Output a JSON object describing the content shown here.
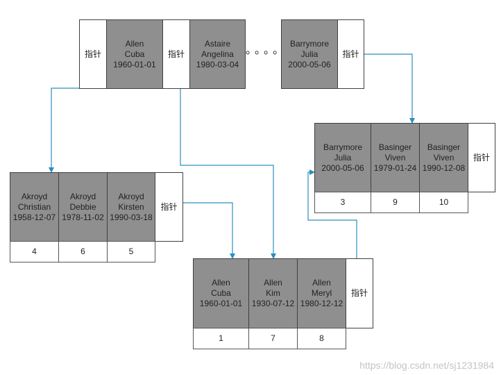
{
  "pointer_label": "指针",
  "ellipsis": "。。。。",
  "root": {
    "cells": [
      {
        "lines": [
          "Allen",
          "Cuba",
          "1960-01-01"
        ]
      },
      {
        "lines": [
          "Astaire",
          "Angelina",
          "1980-03-04"
        ]
      },
      {
        "lines": [
          "Barrymore",
          "Julia",
          "2000-05-06"
        ]
      }
    ]
  },
  "leaf_left": {
    "cells": [
      {
        "lines": [
          "Akroyd",
          "Christian",
          "1958-12-07"
        ],
        "row": "4"
      },
      {
        "lines": [
          "Akroyd",
          "Debbie",
          "1978-11-02"
        ],
        "row": "6"
      },
      {
        "lines": [
          "Akroyd",
          "Kirsten",
          "1990-03-18"
        ],
        "row": "5"
      }
    ]
  },
  "leaf_middle": {
    "cells": [
      {
        "lines": [
          "Allen",
          "Cuba",
          "1960-01-01"
        ],
        "row": "1"
      },
      {
        "lines": [
          "Allen",
          "Kim",
          "1930-07-12"
        ],
        "row": "7"
      },
      {
        "lines": [
          "Allen",
          "Meryl",
          "1980-12-12"
        ],
        "row": "8"
      }
    ]
  },
  "leaf_right": {
    "cells": [
      {
        "lines": [
          "Barrymore",
          "Julia",
          "2000-05-06"
        ],
        "row": "3"
      },
      {
        "lines": [
          "Basinger",
          "Viven",
          "1979-01-24"
        ],
        "row": "9"
      },
      {
        "lines": [
          "Basinger",
          "Viven",
          "1990-12-08"
        ],
        "row": "10"
      }
    ]
  },
  "watermark": "https://blog.csdn.net/sj1231984",
  "colors": {
    "key_fill": "#8f8f8f",
    "connector": "#2a8fbd",
    "border": "#3f3f3f"
  }
}
